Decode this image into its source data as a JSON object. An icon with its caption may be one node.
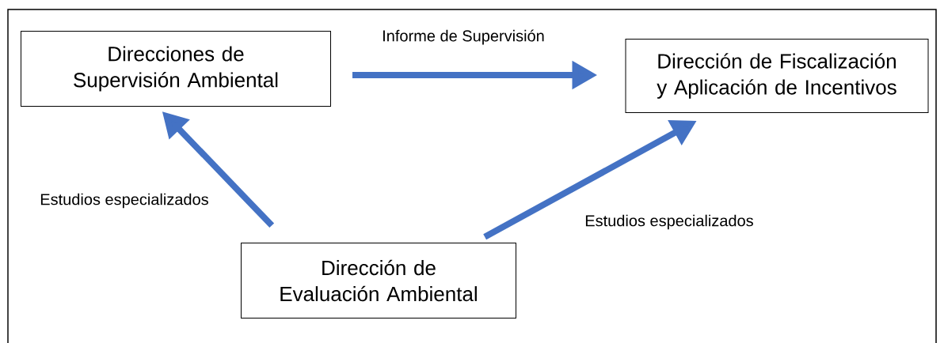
{
  "diagram": {
    "nodes": [
      {
        "text": [
          "Direcciones de Supervisión Ambiental"
        ]
      },
      {
        "text": [
          "Dirección de Fiscalización y Aplicación de Incentivos"
        ]
      },
      {
        "text": [
          "Dirección de Evaluación Ambiental"
        ]
      }
    ],
    "edges": [
      {
        "from": 0,
        "to": 1,
        "arrow": "to",
        "label": "Informe de Supervisión"
      },
      {
        "from": 2,
        "to": 0,
        "arrow": "to",
        "label": "Estudios especializados"
      },
      {
        "from": 2,
        "to": 1,
        "arrow": "to",
        "label": "Estudios especializados"
      }
    ]
  }
}
